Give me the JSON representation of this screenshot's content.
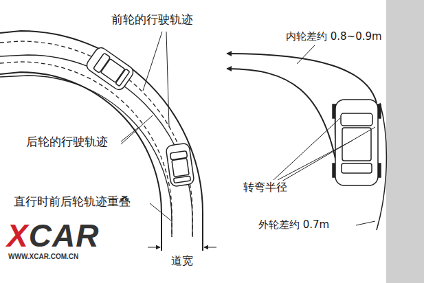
{
  "diagram": {
    "labels": [
      "前轮的行驶轨迹",
      "后轮的行驶轨迹",
      "直行时前后轮轨迹重叠",
      "道宽",
      "内轮差约 0.8~0.9m",
      "转弯半径",
      "外轮差约 0.7m",
      "XCAR",
      "WWW.XCAR.COM.CN"
    ]
  }
}
